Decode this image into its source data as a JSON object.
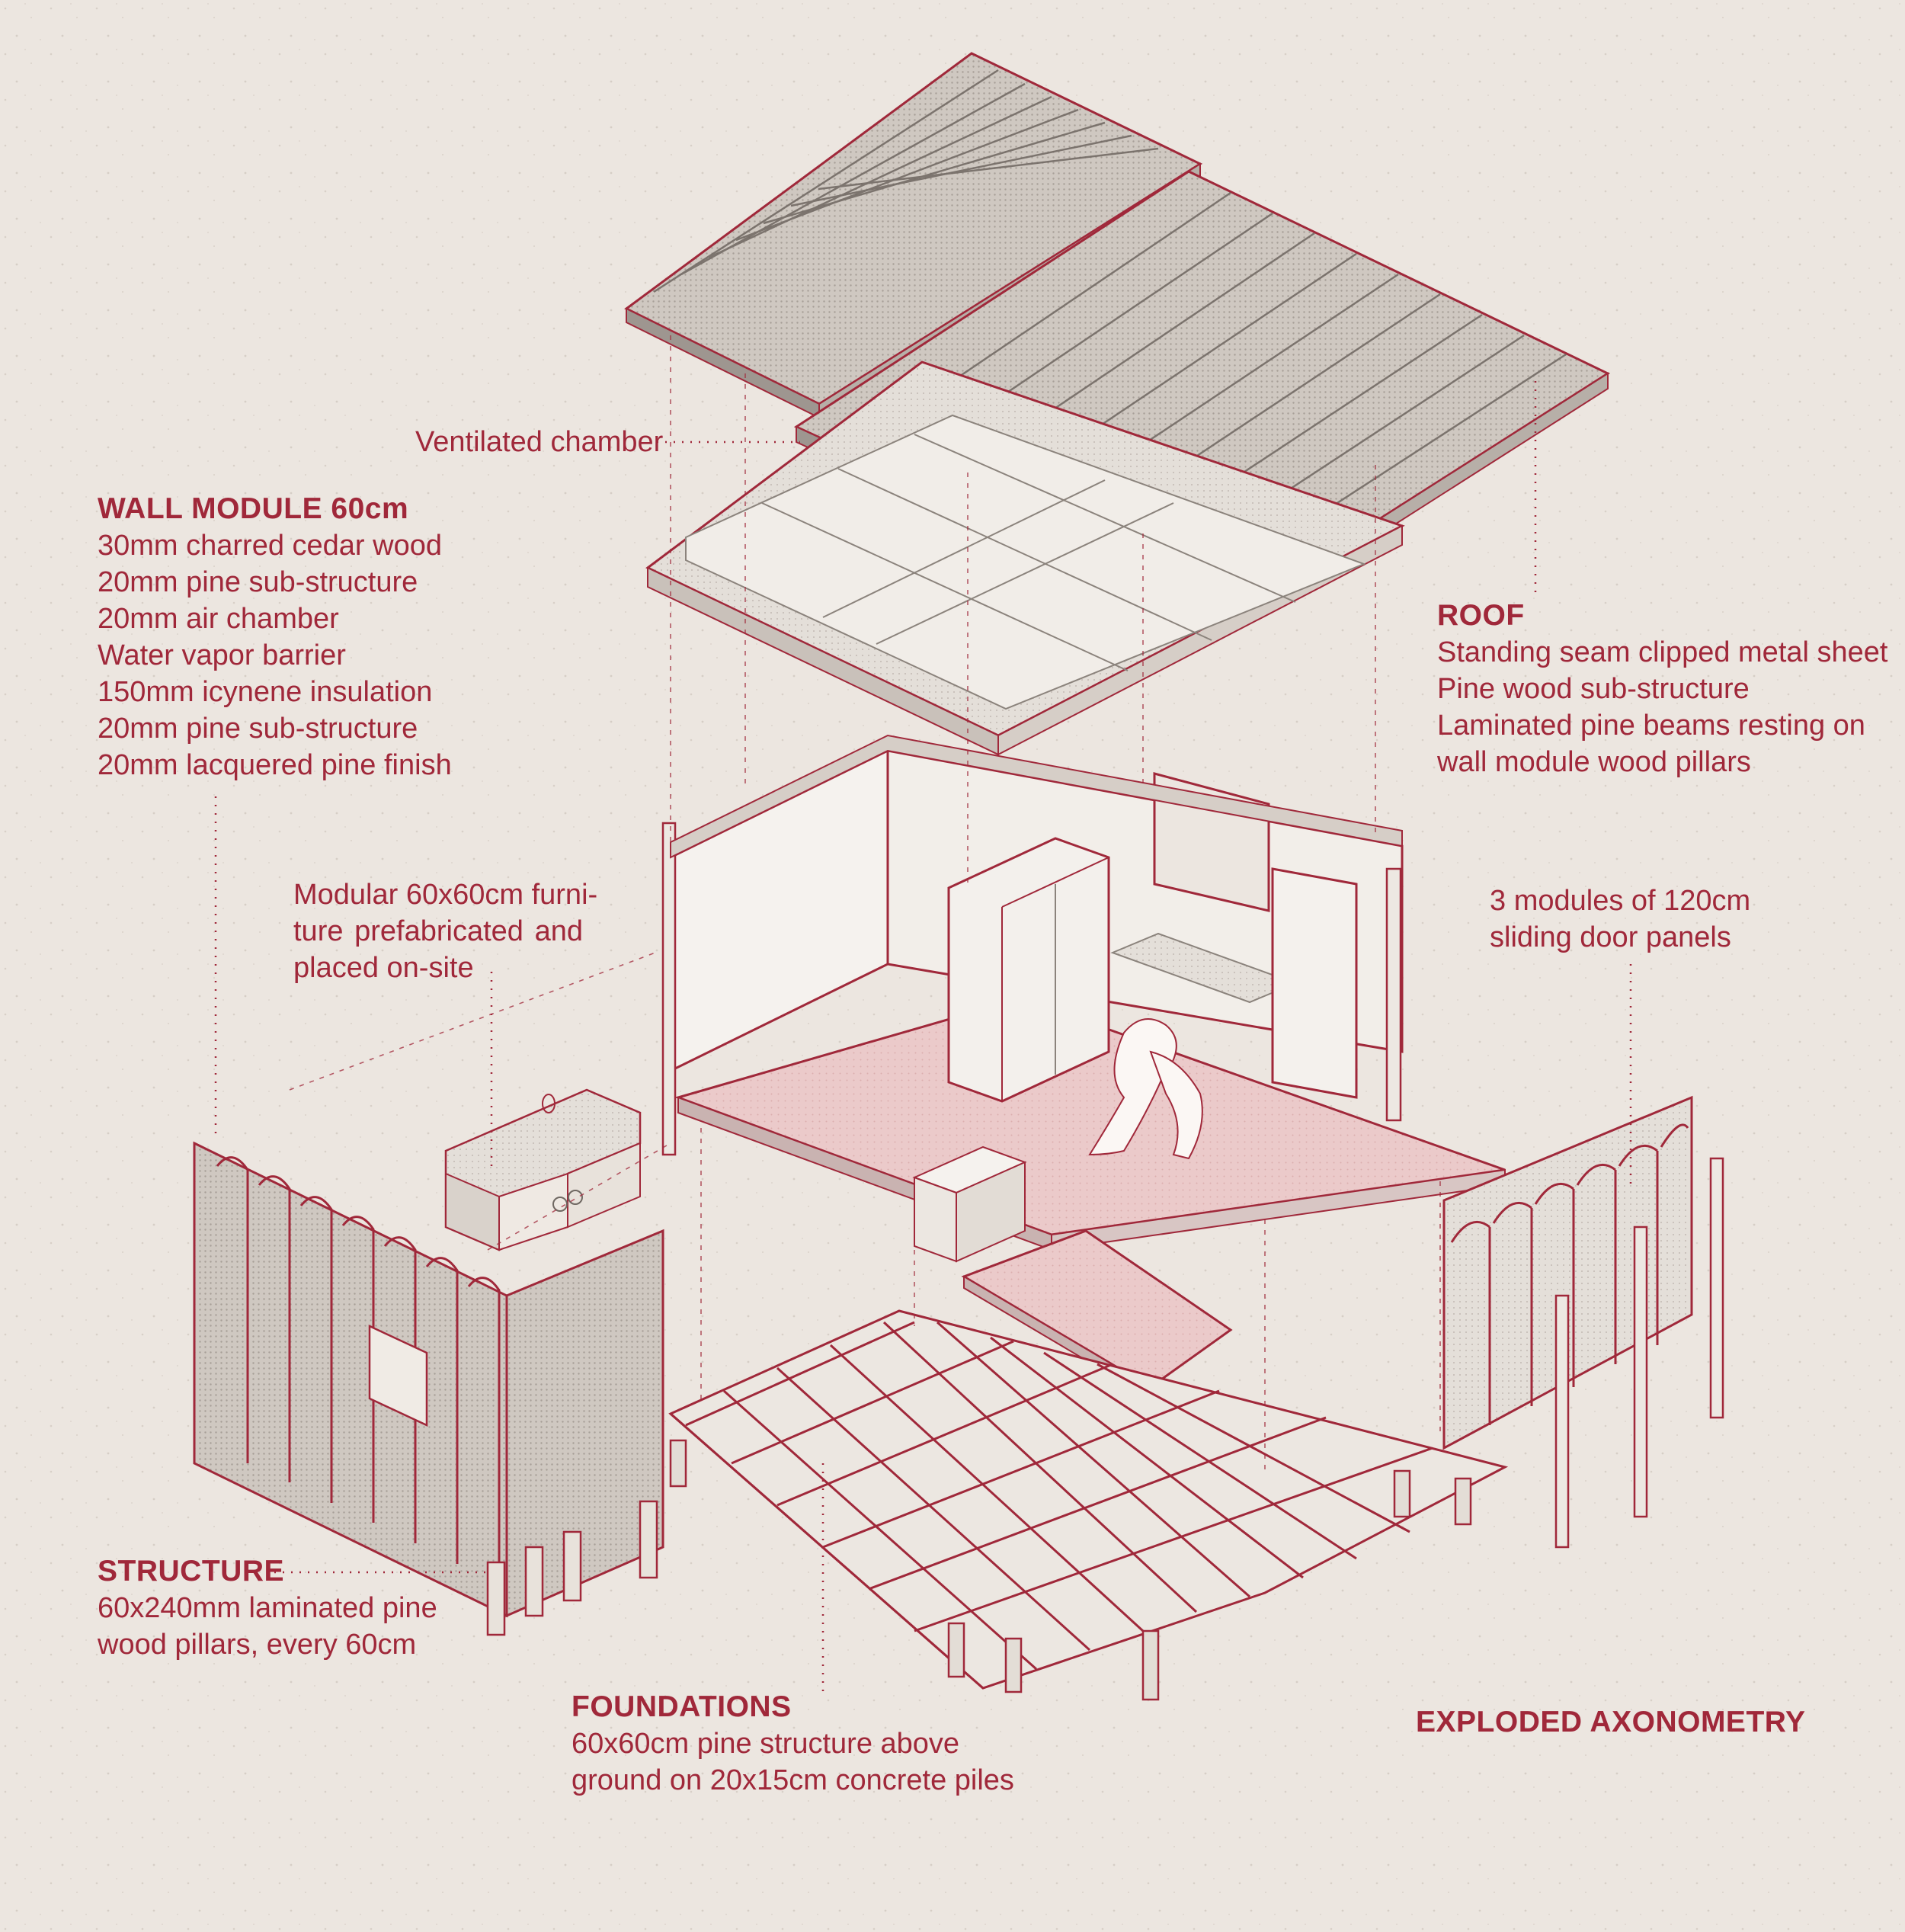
{
  "labels": {
    "ventilated_chamber": "Ventilated chamber",
    "wall_module": {
      "title": "WALL MODULE 60cm",
      "lines": [
        "30mm charred cedar wood",
        "20mm pine sub-structure",
        "20mm air chamber",
        "Water vapor barrier",
        "150mm icynene insulation",
        "20mm pine sub-structure",
        "20mm lacquered pine finish"
      ]
    },
    "roof": {
      "title": "ROOF",
      "lines": [
        "Standing seam clipped metal sheet",
        "Pine wood sub-structure",
        "Laminated pine beams resting on",
        "wall module wood pillars"
      ]
    },
    "furniture": {
      "lines": [
        "Modular 60x60cm furni-",
        "ture prefabricated and",
        "placed on-site"
      ]
    },
    "sliding_doors": {
      "lines": [
        "3 modules of 120cm",
        "sliding door panels"
      ]
    },
    "structure": {
      "title": "STRUCTURE",
      "lines": [
        "60x240mm laminated pine",
        "wood pillars, every 60cm"
      ]
    },
    "foundations": {
      "title": "FOUNDATIONS",
      "lines": [
        "60x60cm pine structure above",
        "ground on 20x15cm concrete piles"
      ]
    },
    "diagram_title": "EXPLODED AXONOMETRY"
  },
  "colors": {
    "background": "#ece6e0",
    "accent": "#a0283a",
    "floor_pink": "#e9c4c4",
    "panel_light": "#f3efea",
    "panel_mid": "#ddd6cf",
    "panel_dark": "#bdb4ad"
  }
}
